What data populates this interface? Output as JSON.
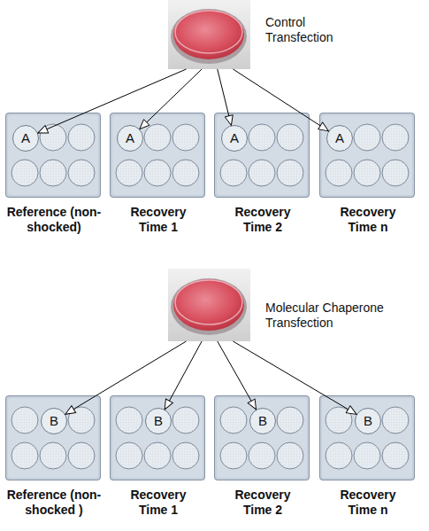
{
  "diagram": {
    "nodes": [
      {
        "text": [
          "Control Transfection"
        ]
      },
      {
        "text": [
          "Reference (non-shocked)"
        ]
      },
      {
        "text": [
          "A"
        ],
        "in": 1
      },
      {
        "text": [
          "Recovery Time 1"
        ]
      },
      {
        "text": [
          "A"
        ],
        "in": 3
      },
      {
        "text": [
          "Recovery Time 2"
        ]
      },
      {
        "text": [
          "A"
        ],
        "in": 5
      },
      {
        "text": [
          "Recovery Time n"
        ]
      },
      {
        "text": [
          "A"
        ],
        "in": 7
      },
      {
        "text": [
          "Molecular Chaperone Transfection"
        ]
      },
      {
        "text": [
          "Reference (non-shocked )"
        ]
      },
      {
        "text": [
          "B"
        ],
        "in": 10
      },
      {
        "text": [
          "Recovery Time 1"
        ]
      },
      {
        "text": [
          "B"
        ],
        "in": 12
      },
      {
        "text": [
          "Recovery Time 2"
        ]
      },
      {
        "text": [
          "B"
        ],
        "in": 14
      },
      {
        "text": [
          "Recovery Time n"
        ]
      },
      {
        "text": [
          "B"
        ],
        "in": 16
      }
    ],
    "edges": [
      {
        "from": 0,
        "to": 2,
        "arrow": "to"
      },
      {
        "from": 0,
        "to": 4,
        "arrow": "to"
      },
      {
        "from": 0,
        "to": 6,
        "arrow": "to"
      },
      {
        "from": 0,
        "to": 8,
        "arrow": "to"
      },
      {
        "from": 9,
        "to": 11,
        "arrow": "to"
      },
      {
        "from": 9,
        "to": 13,
        "arrow": "to"
      },
      {
        "from": 9,
        "to": 15,
        "arrow": "to"
      },
      {
        "from": 9,
        "to": 17,
        "arrow": "to"
      }
    ]
  }
}
